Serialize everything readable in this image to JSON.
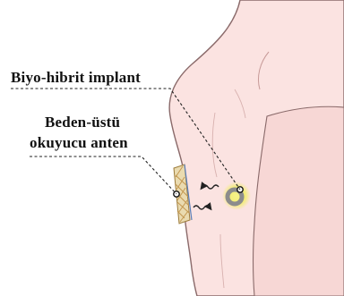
{
  "labels": {
    "implant": "Biyo-hibrit implant",
    "antenna_line1": "Beden-üstü",
    "antenna_line2": "okuyucu anten"
  },
  "colors": {
    "skin": "#fbe3e1",
    "skin_shade": "#f5cfcd",
    "outline": "#8a6a6a",
    "implant_glow": "#f2ee6a",
    "implant_ring": "#8c8c8c",
    "antenna_wire": "#c9a15a",
    "antenna_body": "#e8d9a8",
    "leader_line": "#222222"
  },
  "icons": {
    "wireless_out": "wave-arrow-left-icon",
    "wireless_in": "wave-arrow-right-icon"
  }
}
